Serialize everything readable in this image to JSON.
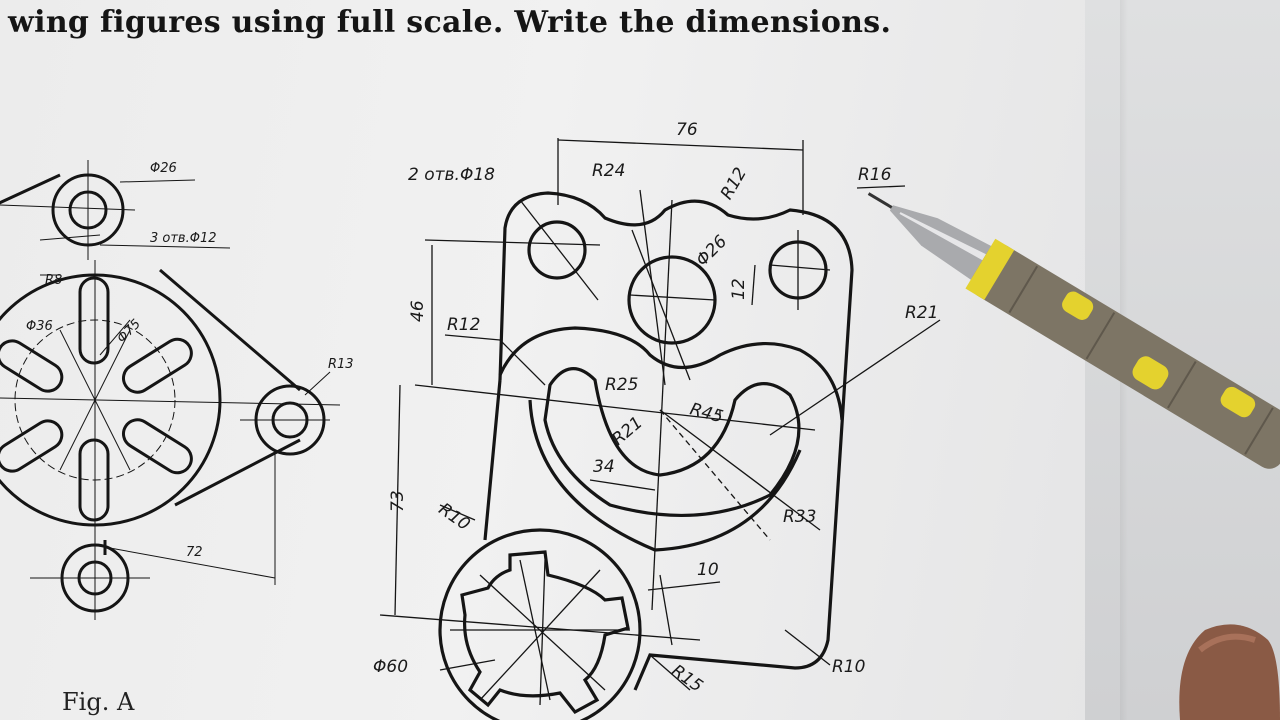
{
  "page": {
    "heading": "wing figures using full scale. Write the dimensions.",
    "figure_label": "Fig. A"
  },
  "left_figure": {
    "dims": [
      "Φ26",
      "3 отв.Φ12",
      "R8",
      "Φ36",
      "Φ75",
      "R13",
      "72"
    ]
  },
  "right_figure": {
    "dims": [
      "76",
      "2 отв.Φ18",
      "R24",
      "R12",
      "R16",
      "Φ26",
      "12",
      "46",
      "R12",
      "R25",
      "R21",
      "R45",
      "R21",
      "34",
      "73",
      "R33",
      "R10",
      "10",
      "Φ60",
      "R15",
      "R10"
    ]
  },
  "colors": {
    "paper": "#efefef",
    "ink": "#151515",
    "pencil_body": "#7f776a",
    "pencil_band": "#e9d630",
    "pencil_tip": "#b8b8bb",
    "background": "#d6d7d8",
    "skin": "#8a5a45"
  }
}
